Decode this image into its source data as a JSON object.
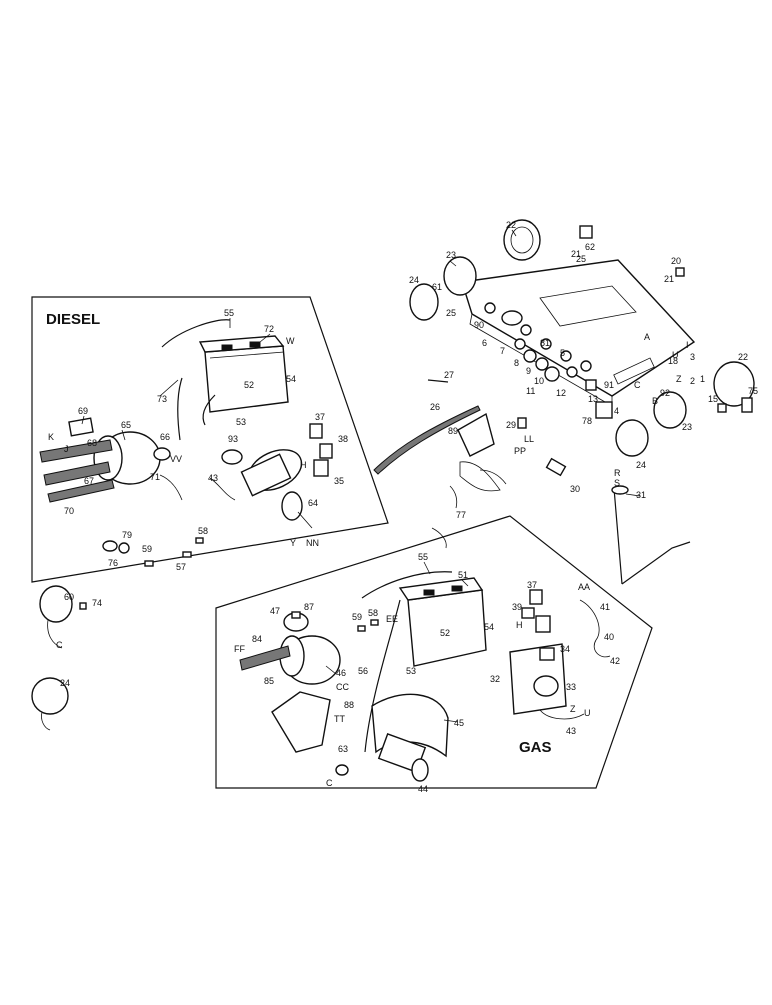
{
  "sections": {
    "diesel": "DIESEL",
    "gas": "GAS"
  },
  "callouts": {
    "c1": "1",
    "c2": "2",
    "c3": "3",
    "c4": "4",
    "c5": "5",
    "c6": "6",
    "c7": "7",
    "c8": "8",
    "c9": "9",
    "c10": "10",
    "c11": "11",
    "c12": "12",
    "c13": "13",
    "c15": "15",
    "c18": "18",
    "c20": "20",
    "c21": "21",
    "c22a": "22",
    "c22b": "22",
    "c23a": "23",
    "c23b": "23",
    "c24a": "24",
    "c24b": "24",
    "c24c": "24",
    "c25a": "25",
    "c25b": "25",
    "c26": "26",
    "c27": "27",
    "c29": "29",
    "c30": "30",
    "c31": "31",
    "c32": "32",
    "c33": "33",
    "c34": "34",
    "c35": "35",
    "c37a": "37",
    "c37b": "37",
    "c38": "38",
    "c39": "39",
    "c40": "40",
    "c41": "41",
    "c42": "42",
    "c43a": "43",
    "c43b": "43",
    "c44": "44",
    "c45": "45",
    "c46": "46",
    "c47": "47",
    "c51": "51",
    "c52a": "52",
    "c52b": "52",
    "c53a": "53",
    "c53b": "53",
    "c54a": "54",
    "c54b": "54",
    "c55a": "55",
    "c55b": "55",
    "c56": "56",
    "c57": "57",
    "c58a": "58",
    "c58b": "58",
    "c59a": "59",
    "c59b": "59",
    "c60": "60",
    "c61": "61",
    "c62": "62",
    "c63": "63",
    "c64": "64",
    "c65": "65",
    "c66": "66",
    "c67": "67",
    "c68": "68",
    "c69": "69",
    "c70": "70",
    "c71": "71",
    "c72": "72",
    "c73": "73",
    "c74": "74",
    "c75": "75",
    "c76": "76",
    "c77": "77",
    "c78": "78",
    "c79": "79",
    "c81": "81",
    "c84": "84",
    "c85": "85",
    "c87": "87",
    "c88": "88",
    "c89": "89",
    "c90": "90",
    "c91": "91",
    "c92": "92",
    "c93": "93"
  },
  "letters": {
    "k": "K",
    "j": "J",
    "h1": "H",
    "h2": "H",
    "s": "S",
    "r": "R",
    "a": "A",
    "b": "B",
    "c": "C",
    "e": "E",
    "i": "I",
    "u1": "U",
    "u2": "U",
    "z1": "Z",
    "z2": "Z",
    "ee": "EE",
    "ll": "LL",
    "pp": "PP",
    "tt": "TT",
    "ff": "FF",
    "cc": "CC",
    "aa": "AA",
    "vv": "VV",
    "nn": "NN",
    "w": "W",
    "y": "Y"
  }
}
